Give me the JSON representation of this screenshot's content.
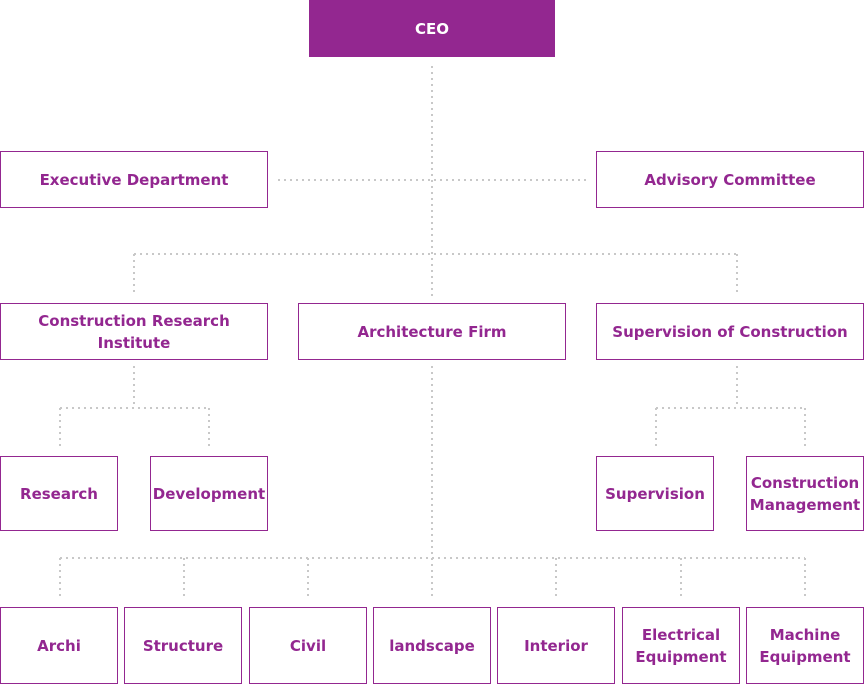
{
  "colors": {
    "accent": "#932790",
    "connector": "#c8c8c8"
  },
  "chart": {
    "ceo": "CEO",
    "executive_department": "Executive Department",
    "advisory_committee": "Advisory Committee",
    "construction_research_institute": "Construction Research Institute",
    "architecture_firm": "Architecture Firm",
    "supervision_of_construction": "Supervision of Construction",
    "research": "Research",
    "development": "Development",
    "supervision": "Supervision",
    "construction_management": "Construction Management",
    "archi": "Archi",
    "structure": "Structure",
    "civil": "Civil",
    "landscape": "landscape",
    "interior": "Interior",
    "electrical_equipment": "Electrical Equipment",
    "machine_equipment": "Machine Equipment"
  }
}
